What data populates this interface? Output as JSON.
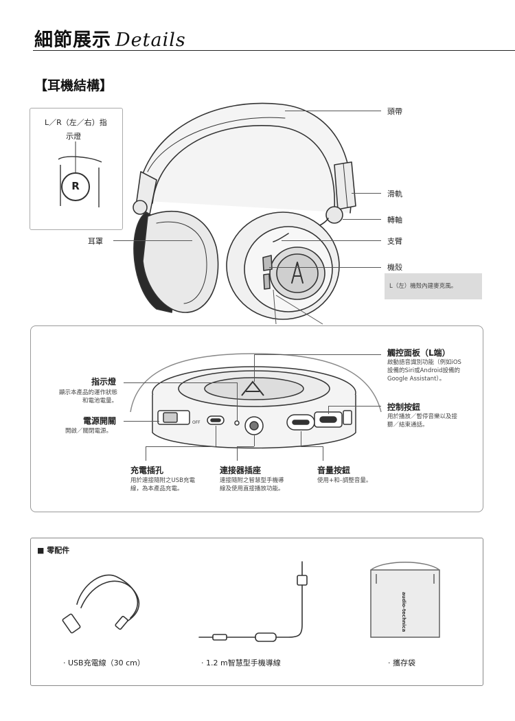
{
  "header": {
    "title_zh": "細節展示",
    "title_en": "Details"
  },
  "structure": {
    "section_title": "【耳機結構】",
    "inset": {
      "label_line1": "L／R（左／右）指",
      "label_line2": "示燈",
      "badge": "R"
    },
    "labels": {
      "headband": "頭帶",
      "slider": "滑軌",
      "swivel": "轉軸",
      "arm": "支臂",
      "housing": "機殼",
      "earpad": "耳罩"
    },
    "housing_note": "L（左）機殼內建麥克風。"
  },
  "controls": {
    "touch_panel": {
      "title": "觸控面板（L端）",
      "desc": "啟動語音識別功能（例如iOS\n設備的Siri或Android設備的\nGoogle Assistant）。"
    },
    "indicator": {
      "title": "指示燈",
      "desc": "顯示本產品的運作狀態\n和電池電量。"
    },
    "power_switch": {
      "title": "電源開關",
      "desc": "開啟／關閉電源。",
      "off_label": "OFF"
    },
    "control_button": {
      "title": "控制按鈕",
      "desc": "用於播放／暫停音樂以及接\n聽／結束通話。"
    },
    "charging_port": {
      "title": "充電插孔",
      "desc": "用於連接隨附之USB充電\n線，為本產品充電。"
    },
    "connector_jack": {
      "title": "連接器插座",
      "desc": "連接隨附之智慧型手機導\n線及使用直接播放功能。"
    },
    "volume_button": {
      "title": "音量按鈕",
      "desc": "使用+和–調整音量。"
    }
  },
  "accessories": {
    "heading": "■ 零配件",
    "items": [
      {
        "label": "·  USB充電線（30 cm）"
      },
      {
        "label": "·  1.2 m智慧型手機導線"
      },
      {
        "label": "·  攜存袋"
      }
    ],
    "pouch_brand": "audio-technica"
  }
}
